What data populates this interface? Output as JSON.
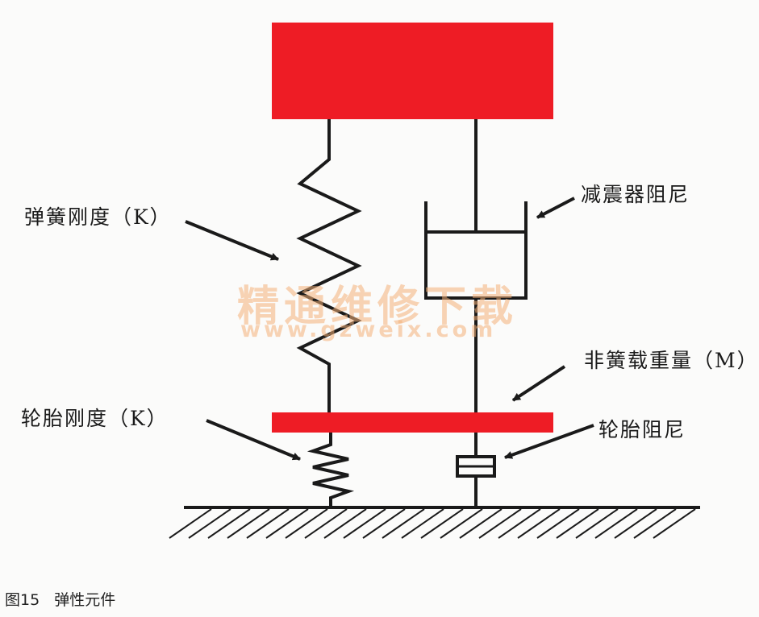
{
  "labels": {
    "spring_stiffness": "弹簧刚度（K）",
    "shock_damping": "减震器阻尼",
    "unsprung_mass": "非簧载重量（M）",
    "tire_stiffness": "轮胎刚度（K）",
    "tire_damping": "轮胎阻尼"
  },
  "watermark": {
    "cn": "精通维修下载",
    "url": "www.gzweix.com"
  },
  "caption": {
    "number": "图15",
    "title": "弹性元件"
  },
  "colors": {
    "mass": "#ee1c25",
    "line": "#1a1a1a"
  }
}
